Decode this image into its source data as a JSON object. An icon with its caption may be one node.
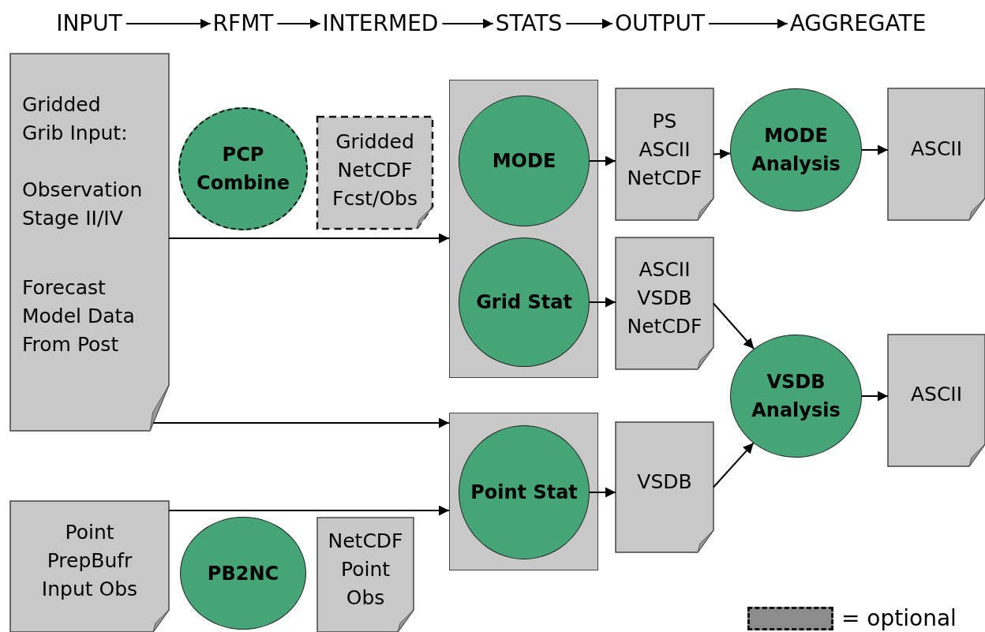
{
  "diagram": {
    "nodes": [
      {
        "text": [
          "INPUT"
        ]
      },
      {
        "text": [
          "RFMT"
        ]
      },
      {
        "text": [
          "INTERMED"
        ]
      },
      {
        "text": [
          "STATS"
        ]
      },
      {
        "text": [
          "OUTPUT"
        ]
      },
      {
        "text": [
          "AGGREGATE"
        ]
      },
      {
        "text": [
          "Gridded Grib Input:",
          "Observation Stage II/IV",
          "Forecast Model Data From Post"
        ]
      },
      {
        "text": [
          "PCP Combine"
        ]
      },
      {
        "text": [
          "Gridded NetCDF Fcst/Obs"
        ]
      },
      {
        "text": [],
        "shape": "box"
      },
      {
        "text": [
          "MODE"
        ],
        "in": 9
      },
      {
        "text": [
          "Grid Stat"
        ],
        "in": 9
      },
      {
        "text": [
          "PS ASCII NetCDF"
        ]
      },
      {
        "text": [
          "MODE Analysis"
        ]
      },
      {
        "text": [
          "ASCII"
        ]
      },
      {
        "text": [
          "ASCII VSDB NetCDF"
        ]
      },
      {
        "text": [
          "VSDB Analysis"
        ]
      },
      {
        "text": [
          "ASCII"
        ]
      },
      {
        "text": [],
        "shape": "box"
      },
      {
        "text": [
          "Point Stat"
        ],
        "in": 18
      },
      {
        "text": [
          "VSDB"
        ]
      },
      {
        "text": [
          "Point PrepBufr Input Obs"
        ]
      },
      {
        "text": [
          "PB2NC"
        ]
      },
      {
        "text": [
          "NetCDF Point Obs"
        ]
      }
    ],
    "edges": [
      {
        "from": 0,
        "to": 1,
        "arrow": "to"
      },
      {
        "from": 1,
        "to": 2,
        "arrow": "to"
      },
      {
        "from": 2,
        "to": 3,
        "arrow": "to"
      },
      {
        "from": 3,
        "to": 4,
        "arrow": "to"
      },
      {
        "from": 4,
        "to": 5,
        "arrow": "to"
      },
      {
        "from": 6,
        "to": 9,
        "arrow": "to"
      },
      {
        "from": 6,
        "to": 18,
        "arrow": "to"
      },
      {
        "from": 21,
        "to": 18,
        "arrow": "to"
      },
      {
        "from": 10,
        "to": 12,
        "arrow": "to"
      },
      {
        "from": 12,
        "to": 13,
        "arrow": "to"
      },
      {
        "from": 13,
        "to": 14,
        "arrow": "to"
      },
      {
        "from": 11,
        "to": 15,
        "arrow": "to"
      },
      {
        "from": 15,
        "to": 16,
        "arrow": "to"
      },
      {
        "from": 19,
        "to": 20,
        "arrow": "to"
      },
      {
        "from": 20,
        "to": 16,
        "arrow": "to"
      },
      {
        "from": 16,
        "to": 17,
        "arrow": "to"
      }
    ],
    "legend": [
      {
        "text": "= optional"
      }
    ]
  }
}
